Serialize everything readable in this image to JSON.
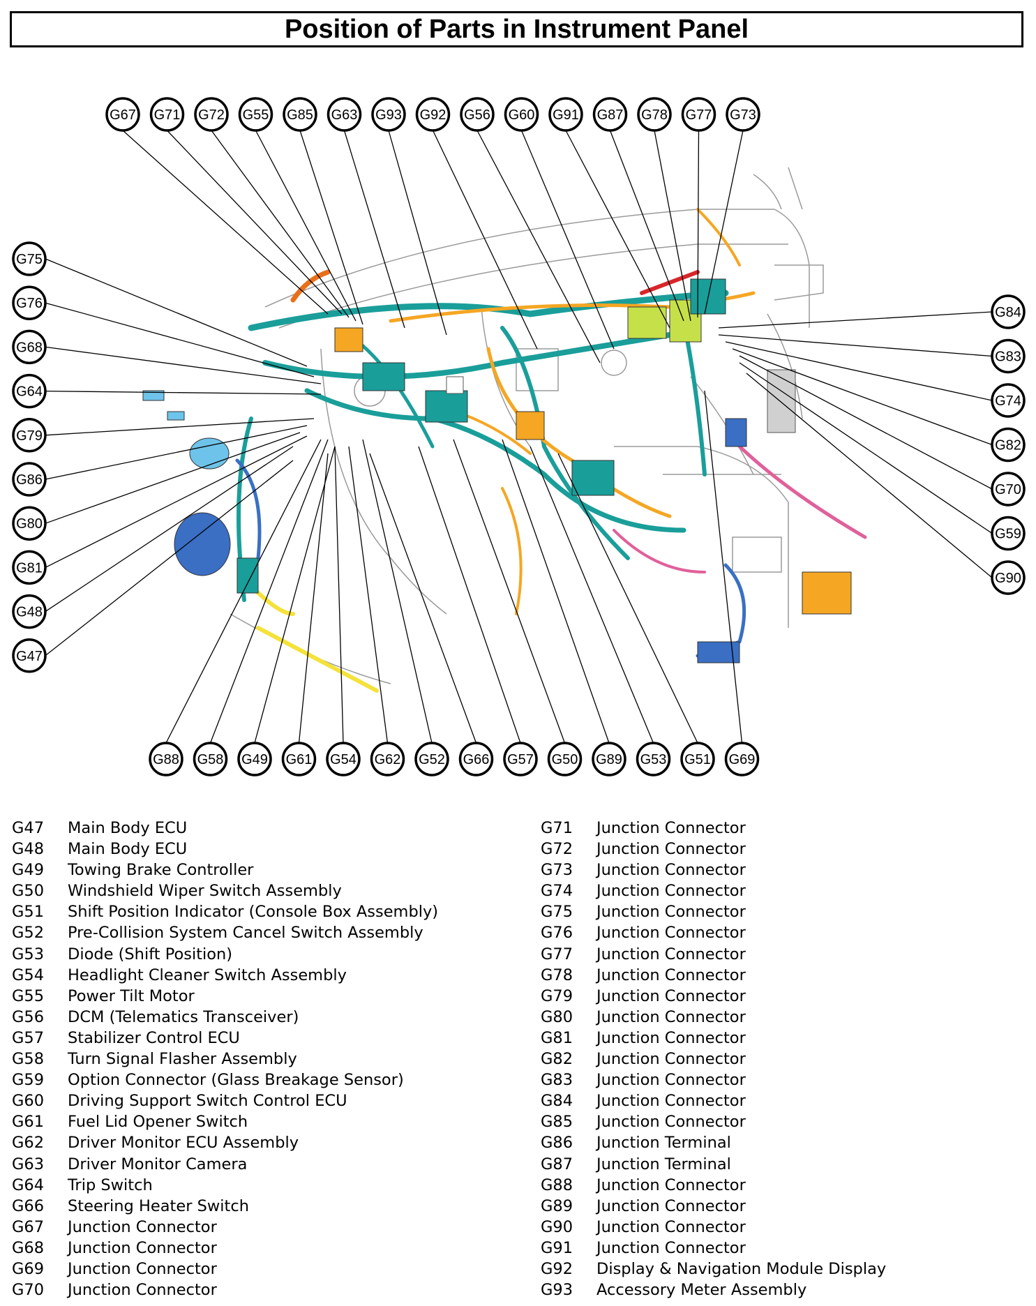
{
  "title": "Position of Parts in Instrument Panel",
  "callouts": {
    "top": [
      "G67",
      "G71",
      "G72",
      "G55",
      "G85",
      "G63",
      "G93",
      "G92",
      "G56",
      "G60",
      "G91",
      "G87",
      "G78",
      "G77",
      "G73"
    ],
    "left": [
      "G75",
      "G76",
      "G68",
      "G64",
      "G79",
      "G86",
      "G80",
      "G81",
      "G48",
      "G47"
    ],
    "right": [
      "G84",
      "G83",
      "G74",
      "G82",
      "G70",
      "G59",
      "G90"
    ],
    "bottom": [
      "G88",
      "G58",
      "G49",
      "G61",
      "G54",
      "G62",
      "G52",
      "G66",
      "G57",
      "G50",
      "G89",
      "G53",
      "G51",
      "G69"
    ]
  },
  "legend_left": [
    {
      "code": "G47",
      "name": "Main Body ECU"
    },
    {
      "code": "G48",
      "name": "Main Body ECU"
    },
    {
      "code": "G49",
      "name": "Towing Brake Controller"
    },
    {
      "code": "G50",
      "name": "Windshield Wiper Switch Assembly"
    },
    {
      "code": "G51",
      "name": "Shift Position Indicator (Console Box Assembly)"
    },
    {
      "code": "G52",
      "name": "Pre-Collision System Cancel Switch Assembly"
    },
    {
      "code": "G53",
      "name": "Diode (Shift Position)"
    },
    {
      "code": "G54",
      "name": "Headlight Cleaner Switch Assembly"
    },
    {
      "code": "G55",
      "name": "Power Tilt Motor"
    },
    {
      "code": "G56",
      "name": "DCM (Telematics Transceiver)"
    },
    {
      "code": "G57",
      "name": "Stabilizer Control ECU"
    },
    {
      "code": "G58",
      "name": "Turn Signal Flasher Assembly"
    },
    {
      "code": "G59",
      "name": "Option Connector (Glass Breakage Sensor)"
    },
    {
      "code": "G60",
      "name": "Driving Support Switch Control ECU"
    },
    {
      "code": "G61",
      "name": "Fuel Lid Opener Switch"
    },
    {
      "code": "G62",
      "name": "Driver Monitor ECU Assembly"
    },
    {
      "code": "G63",
      "name": "Driver Monitor Camera"
    },
    {
      "code": "G64",
      "name": "Trip Switch"
    },
    {
      "code": "G66",
      "name": "Steering Heater Switch"
    },
    {
      "code": "G67",
      "name": "Junction Connector"
    },
    {
      "code": "G68",
      "name": "Junction Connector"
    },
    {
      "code": "G69",
      "name": "Junction Connector"
    },
    {
      "code": "G70",
      "name": "Junction Connector"
    }
  ],
  "legend_right": [
    {
      "code": "G71",
      "name": "Junction Connector"
    },
    {
      "code": "G72",
      "name": "Junction Connector"
    },
    {
      "code": "G73",
      "name": "Junction Connector"
    },
    {
      "code": "G74",
      "name": "Junction Connector"
    },
    {
      "code": "G75",
      "name": "Junction Connector"
    },
    {
      "code": "G76",
      "name": "Junction Connector"
    },
    {
      "code": "G77",
      "name": "Junction Connector"
    },
    {
      "code": "G78",
      "name": "Junction Connector"
    },
    {
      "code": "G79",
      "name": "Junction Connector"
    },
    {
      "code": "G80",
      "name": "Junction Connector"
    },
    {
      "code": "G81",
      "name": "Junction Connector"
    },
    {
      "code": "G82",
      "name": "Junction Connector"
    },
    {
      "code": "G83",
      "name": "Junction Connector"
    },
    {
      "code": "G84",
      "name": "Junction Connector"
    },
    {
      "code": "G85",
      "name": "Junction Connector"
    },
    {
      "code": "G86",
      "name": "Junction Terminal"
    },
    {
      "code": "G87",
      "name": "Junction Terminal"
    },
    {
      "code": "G88",
      "name": "Junction Connector"
    },
    {
      "code": "G89",
      "name": "Junction Connector"
    },
    {
      "code": "G90",
      "name": "Junction Connector"
    },
    {
      "code": "G91",
      "name": "Junction Connector"
    },
    {
      "code": "G92",
      "name": "Display & Navigation Module Display"
    },
    {
      "code": "G93",
      "name": "Accessory Meter Assembly"
    }
  ],
  "harness_colors": {
    "teal": "#1a9e9a",
    "orange": "#f5a623",
    "blue": "#3a6fc4",
    "pink": "#e0609a",
    "yellow": "#f4e23a",
    "light_blue": "#6ec3ea",
    "lime": "#c6e04a",
    "red": "#d8262a",
    "outline": "#9a9a9a"
  }
}
